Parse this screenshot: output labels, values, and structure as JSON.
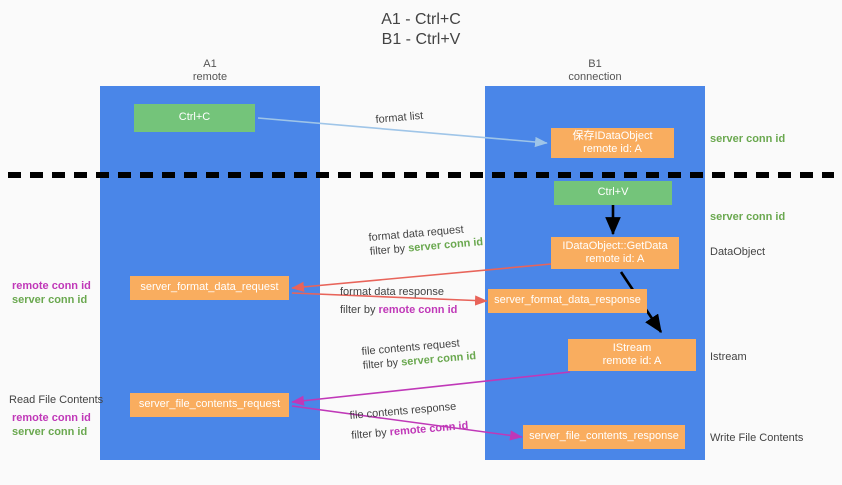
{
  "title": {
    "line1": "A1 - Ctrl+C",
    "line2": "B1 - Ctrl+V"
  },
  "lanes": [
    {
      "id": "a1",
      "name": "A1",
      "role": "remote",
      "color": "#4a86e8"
    },
    {
      "id": "b1",
      "name": "B1",
      "role": "connection",
      "color": "#4a86e8"
    }
  ],
  "colors": {
    "lane": "#4a86e8",
    "orange_box": "#f9ad5f",
    "green_box": "#74c47a",
    "green_text": "#6aa84f",
    "magenta_text": "#c038b8",
    "red_arrow": "#e8645a",
    "magenta_arrow": "#c038b8",
    "lightblue_arrow": "#9fc5e8",
    "black_arrow": "#000000",
    "divider": "#000000"
  },
  "nodes": {
    "ctrl_c": {
      "line1": "Ctrl+C",
      "line2": ""
    },
    "save_dataobject": {
      "line1": "保存IDataObject",
      "line2": "remote id: A"
    },
    "ctrl_v": {
      "line1": "Ctrl+V",
      "line2": ""
    },
    "getdata": {
      "line1": "IDataObject::GetData",
      "line2": "remote id: A"
    },
    "format_data_request": {
      "line1": "server_format_data_request",
      "line2": ""
    },
    "format_data_response": {
      "line1": "server_format_data_response",
      "line2": ""
    },
    "istream": {
      "line1": "IStream",
      "line2": "remote id: A"
    },
    "file_contents_request": {
      "line1": "server_file_contents_request",
      "line2": ""
    },
    "file_contents_response": {
      "line1": "server_file_contents_response",
      "line2": ""
    }
  },
  "edge_labels": {
    "format_list": "format list",
    "format_data_request": "format data request",
    "format_data_request_filter_prefix": "filter by ",
    "format_data_request_filter_key": "server conn id",
    "format_data_response": "format data response",
    "format_data_response_filter_prefix": "filter by ",
    "format_data_response_filter_key": "remote conn id",
    "file_contents_request": "file contents request",
    "file_contents_request_filter_prefix": "filter by ",
    "file_contents_request_filter_key": "server conn id",
    "file_contents_response": "file contents response",
    "file_contents_response_filter_prefix": "filter by ",
    "file_contents_response_filter_key": "remote conn id"
  },
  "right_labels": {
    "server_conn_id_top": "server conn id",
    "server_conn_id_mid": "server conn id",
    "dataobject": "DataObject",
    "istream": "Istream",
    "write_file_contents": "Write File Contents"
  },
  "left_labels": {
    "remote_conn_id_1": "remote conn id",
    "server_conn_id_1": "server conn id",
    "read_file_contents": "Read File Contents",
    "remote_conn_id_2": "remote conn id",
    "server_conn_id_2": "server conn id"
  }
}
